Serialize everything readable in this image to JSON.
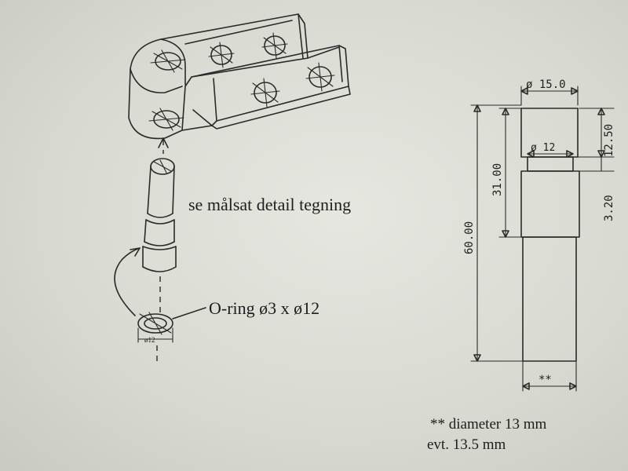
{
  "labels": {
    "detail_note": "se målsat detail tegning",
    "oring_note": "O-ring ø3 x ø12",
    "oring_dim": "ø12",
    "footnote_line1": "** diameter 13 mm",
    "footnote_line2": "evt. 13.5 mm"
  },
  "dimensions": {
    "top_diameter": "ø 15.0",
    "top_height": "12.50",
    "groove_diameter": "ø 12",
    "groove_height": "3.20",
    "upper_length": "31.00",
    "total_length": "60.00",
    "bottom_diameter_mark": "**"
  },
  "colors": {
    "paper": "#dcdcd4",
    "ink": "#2a2a2a"
  }
}
